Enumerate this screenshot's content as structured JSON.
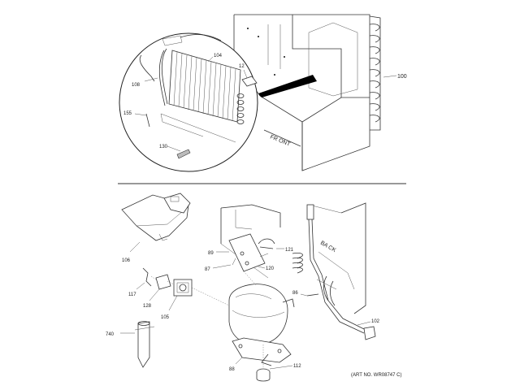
{
  "callouts": {
    "c104": "104",
    "c12": "12",
    "c108": "108",
    "c155": "155",
    "c130": "130",
    "c100": "100",
    "c106": "106",
    "c89": "89",
    "c87": "87",
    "c120": "120",
    "c121": "121",
    "c117": "117",
    "c128": "128",
    "c105": "105",
    "c86": "86",
    "c102": "102",
    "c740": "740",
    "c88": "88",
    "c112": "112"
  },
  "markings": {
    "front": "FR ONT",
    "back": "BA CK"
  },
  "art_number": "(ART NO. WR08747 C)"
}
